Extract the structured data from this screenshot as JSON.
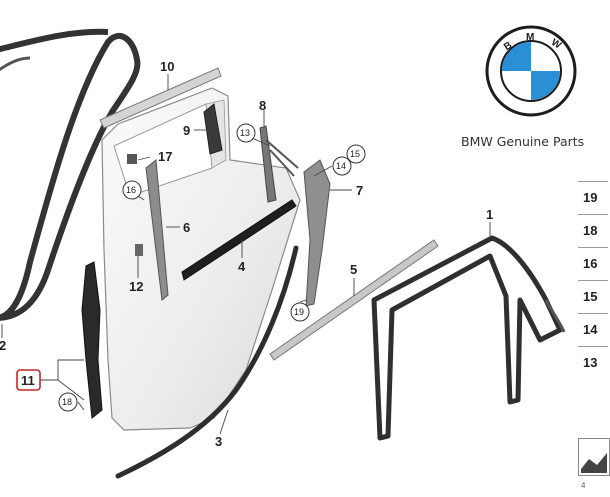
{
  "brand": {
    "logo_letters": [
      "B",
      "M",
      "W"
    ],
    "caption": "BMW Genuine Parts",
    "colors": {
      "blue": "#2b8fd6",
      "ring": "#1d1d1d"
    }
  },
  "diagram": {
    "callouts": [
      "10",
      "9",
      "8",
      "13",
      "17",
      "14",
      "15",
      "16",
      "6",
      "7",
      "1",
      "4",
      "12",
      "5",
      "19",
      "11",
      "18",
      "3",
      "2"
    ],
    "highlighted_callout": "11",
    "highlight_color": "#c8232c"
  },
  "side_table": {
    "rows": [
      "19",
      "18",
      "16",
      "15",
      "14",
      "13"
    ],
    "footer_number": "4"
  }
}
